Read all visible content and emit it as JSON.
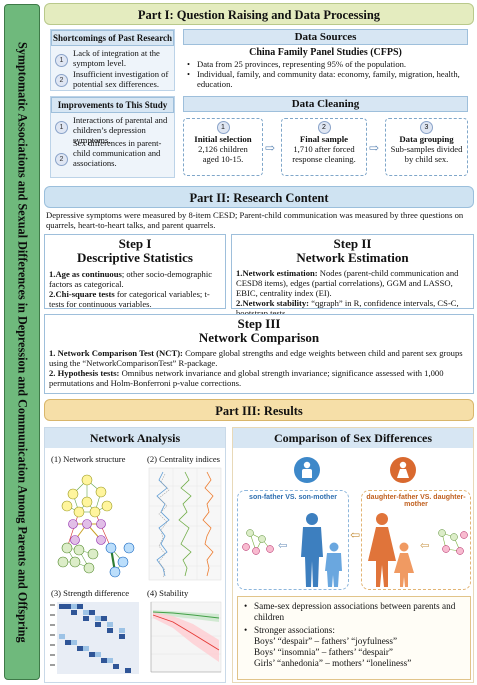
{
  "side_title": "Symptomatic Associations and Sexual Differences in Depression and Communication Among Parents and Offspring",
  "part1": {
    "title": "Part I: Question Raising and Data Processing",
    "shortcomings": {
      "title": "Shortcomings of Past Research",
      "items": [
        {
          "num": "1",
          "text": "Lack of integration at the symptom level."
        },
        {
          "num": "2",
          "text": "Insufficient investigation of potential sex differences."
        }
      ]
    },
    "improvements": {
      "title": "Improvements to This Study",
      "items": [
        {
          "num": "1",
          "text": "Interactions of parental and children’s depression symptoms."
        },
        {
          "num": "2",
          "text": "Sex differences in parent-child communication and associations."
        }
      ]
    },
    "data_sources": {
      "title": "Data Sources",
      "subtitle": "China Family Panel Studies (CFPS)",
      "bullets": [
        "Data from 25 provinces, representing 95% of the population.",
        "Individual, family, and community data: economy, family, migration, health, education."
      ]
    },
    "data_cleaning": {
      "title": "Data Cleaning",
      "steps": [
        {
          "num": "1",
          "title": "Initial selection",
          "text": "2,126 children aged 10-15."
        },
        {
          "num": "2",
          "title": "Final sample",
          "text": "1,710 after forced response cleaning."
        },
        {
          "num": "3",
          "title": "Data grouping",
          "text": "Sub-samples divided by child sex."
        }
      ]
    }
  },
  "part2": {
    "title": "Part II: Research Content",
    "intro": "Depressive symptoms were measured by 8-item CESD; Parent-child communication was measured by three questions on quarrels, heart-to-heart talks, and parent quarrels.",
    "step1": {
      "step": "Step I",
      "title": "Descriptive Statistics",
      "points": [
        {
          "lead": "1.",
          "bold": "Age as continuous",
          "text": "; other socio-demographic factors as categorical."
        },
        {
          "lead": "2.",
          "bold": "Chi-square tests",
          "text": " for categorical variables; t-tests for continuous variables."
        }
      ]
    },
    "step2": {
      "step": "Step II",
      "title": "Network Estimation",
      "points": [
        {
          "lead": "1.",
          "bold": "Network estimation:",
          "text": " Nodes (parent-child communication and CESD8 items), edges (partial correlations), GGM and LASSO, EBIC, centrality index (EI)."
        },
        {
          "lead": "2.",
          "bold": "Network stability:",
          "text": " “qgraph” in R, confidence intervals, CS-C, bootstrap tests."
        }
      ]
    },
    "step3": {
      "step": "Step III",
      "title": "Network Comparison",
      "points": [
        {
          "lead": "1. ",
          "bold": "Network Comparison Test (NCT):",
          "text": " Compare global strengths and edge weights between child and parent sex groups using the “NetworkComparisonTest” R-package."
        },
        {
          "lead": "2. ",
          "bold": "Hypothesis tests:",
          "text": " Omnibus network invariance and global strength invariance; significance assessed with 1,000 permutations and Holm-Bonferroni p-value corrections."
        }
      ]
    }
  },
  "part3": {
    "title": "Part III: Results",
    "network_analysis": {
      "title": "Network Analysis",
      "panels": [
        "(1) Network structure",
        "(2) Centrality indices",
        "(3) Strength difference",
        "(4) Stability"
      ]
    },
    "comparison": {
      "title": "Comparison of Sex Differences",
      "left_label": "son-father VS. son-mother",
      "right_label": "daughter-father VS. daughter-mother",
      "findings": [
        {
          "text": "Same-sex depression associations between parents and children",
          "sub": []
        },
        {
          "text": "Stronger associations:",
          "sub": [
            "Boys’ “despair” – fathers’ “joyfulness”",
            "Boys’ “insomnia” – fathers’ “despair”",
            "Girls’ “anhedonia” – mothers’ “loneliness”"
          ]
        }
      ]
    }
  },
  "colors": {
    "side_green": "#6fb97c",
    "part1_head": "#e4ecbf",
    "part2_head": "#cfe3f2",
    "part3_head": "#f6dfa8",
    "male_blue": "#3d88c9",
    "female_orange": "#d9692f"
  }
}
